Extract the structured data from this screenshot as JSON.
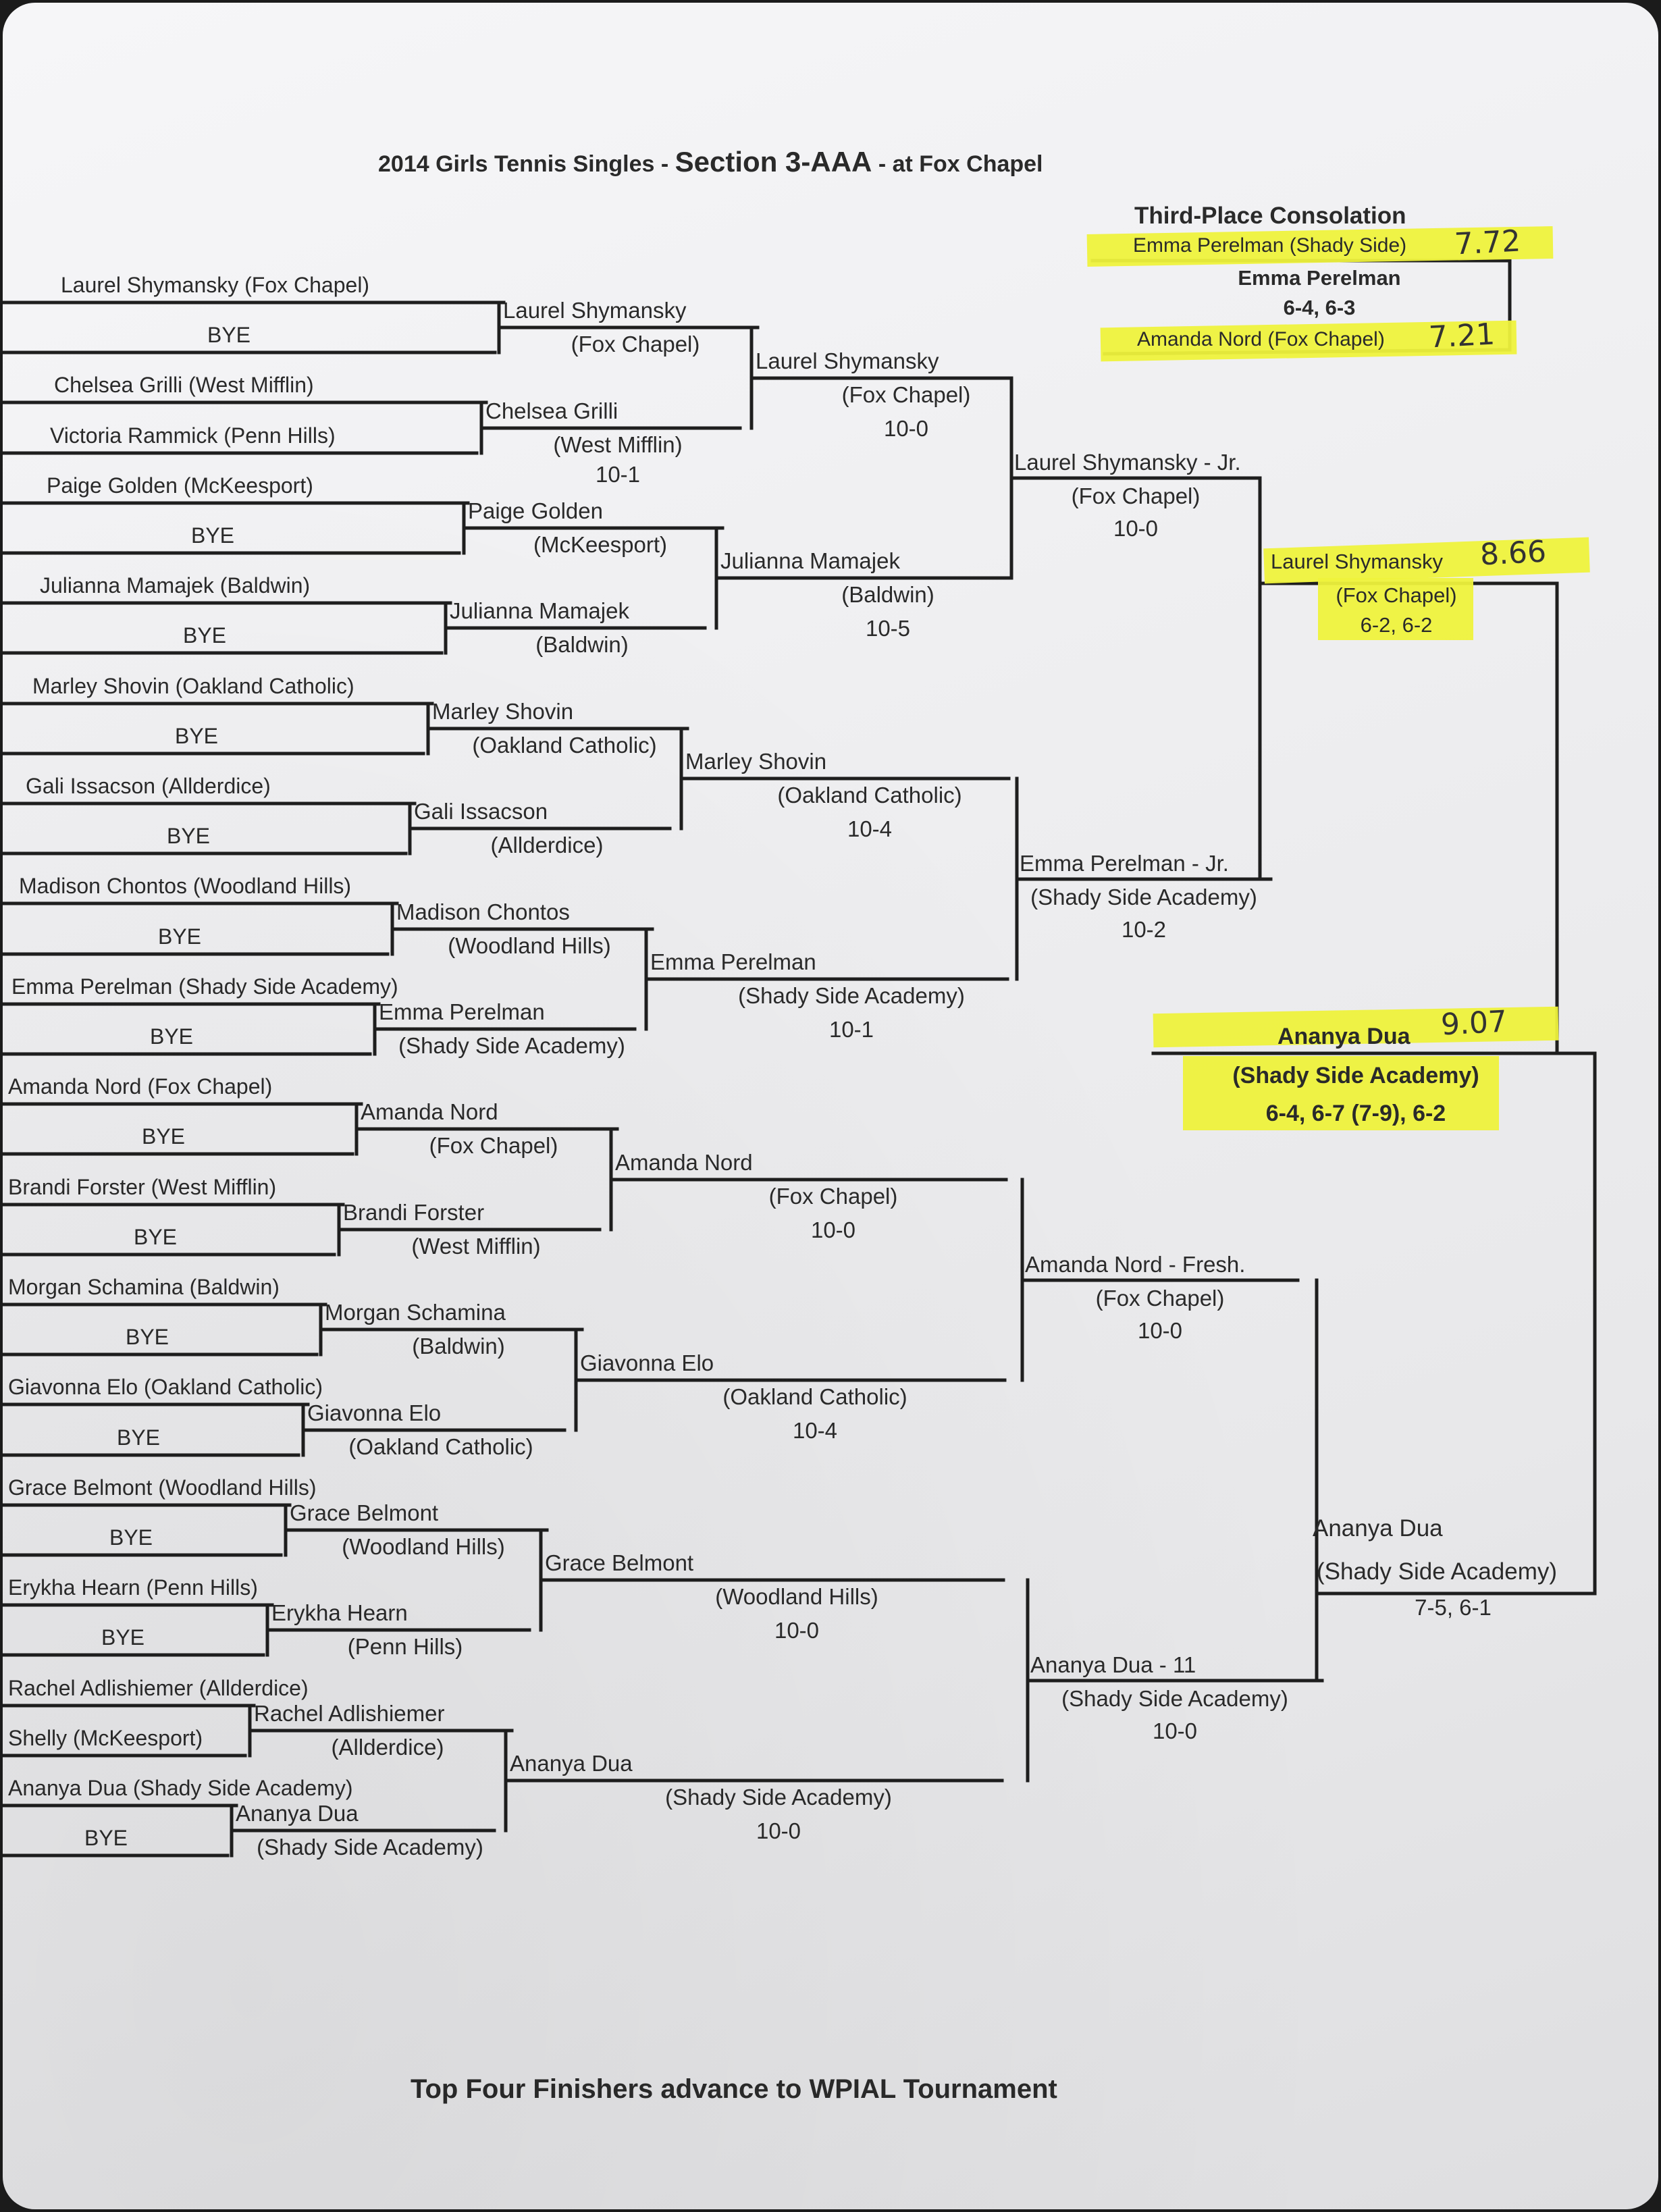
{
  "title": {
    "prefix": "2014 Girls Tennis Singles -",
    "section": "Section 3-AAA",
    "suffix": "- at Fox Chapel"
  },
  "footer": "Top Four Finishers advance to WPIAL Tournament",
  "round1": [
    {
      "name": "Laurel Shymansky (Fox Chapel)"
    },
    {
      "name": "BYE"
    },
    {
      "name": "Chelsea Grilli (West Mifflin)"
    },
    {
      "name": "Victoria Rammick (Penn Hills)"
    },
    {
      "name": "Paige Golden (McKeesport)"
    },
    {
      "name": "BYE"
    },
    {
      "name": "Julianna Mamajek (Baldwin)"
    },
    {
      "name": "BYE"
    },
    {
      "name": "Marley Shovin (Oakland Catholic)"
    },
    {
      "name": "BYE"
    },
    {
      "name": "Gali Issacson (Allderdice)"
    },
    {
      "name": "BYE"
    },
    {
      "name": "Madison Chontos (Woodland Hills)"
    },
    {
      "name": "BYE"
    },
    {
      "name": "Emma Perelman (Shady Side Academy)"
    },
    {
      "name": "BYE"
    },
    {
      "name": "Amanda Nord (Fox Chapel)"
    },
    {
      "name": "BYE"
    },
    {
      "name": "Brandi Forster (West Mifflin)"
    },
    {
      "name": "BYE"
    },
    {
      "name": "Morgan Schamina (Baldwin)"
    },
    {
      "name": "BYE"
    },
    {
      "name": "Giavonna Elo (Oakland Catholic)"
    },
    {
      "name": "BYE"
    },
    {
      "name": "Grace Belmont (Woodland Hills)"
    },
    {
      "name": "BYE"
    },
    {
      "name": "Erykha Hearn (Penn Hills)"
    },
    {
      "name": "BYE"
    },
    {
      "name": "Rachel Adlishiemer (Allderdice)"
    },
    {
      "name": "Shelly (McKeesport)"
    },
    {
      "name": "Ananya Dua (Shady Side Academy)"
    },
    {
      "name": "BYE"
    }
  ],
  "round2": [
    {
      "name": "Laurel Shymansky",
      "school": "(Fox Chapel)",
      "score": ""
    },
    {
      "name": "Chelsea Grilli",
      "school": "(West Mifflin)",
      "score": "10-1"
    },
    {
      "name": "Paige Golden",
      "school": "(McKeesport)",
      "score": ""
    },
    {
      "name": "Julianna Mamajek",
      "school": "(Baldwin)",
      "score": ""
    },
    {
      "name": "Marley Shovin",
      "school": "(Oakland Catholic)",
      "score": ""
    },
    {
      "name": "Gali Issacson",
      "school": "(Allderdice)",
      "score": ""
    },
    {
      "name": "Madison Chontos",
      "school": "(Woodland Hills)",
      "score": ""
    },
    {
      "name": "Emma Perelman",
      "school": "(Shady Side Academy)",
      "score": ""
    },
    {
      "name": "Amanda Nord",
      "school": "(Fox Chapel)",
      "score": ""
    },
    {
      "name": "Brandi Forster",
      "school": "(West Mifflin)",
      "score": ""
    },
    {
      "name": "Morgan Schamina",
      "school": "(Baldwin)",
      "score": ""
    },
    {
      "name": "Giavonna Elo",
      "school": "(Oakland Catholic)",
      "score": ""
    },
    {
      "name": "Grace Belmont",
      "school": "(Woodland Hills)",
      "score": ""
    },
    {
      "name": "Erykha Hearn",
      "school": "(Penn Hills)",
      "score": ""
    },
    {
      "name": "Rachel Adlishiemer",
      "school": "(Allderdice)",
      "score": ""
    },
    {
      "name": "Ananya Dua",
      "school": "(Shady Side Academy)",
      "score": ""
    }
  ],
  "round3": [
    {
      "name": "Laurel Shymansky",
      "school": "(Fox Chapel)",
      "score": "10-0"
    },
    {
      "name": "Julianna Mamajek",
      "school": "(Baldwin)",
      "score": "10-5"
    },
    {
      "name": "Marley Shovin",
      "school": "(Oakland Catholic)",
      "score": "10-4"
    },
    {
      "name": "Emma Perelman",
      "school": "(Shady Side Academy)",
      "score": "10-1"
    },
    {
      "name": "Amanda Nord",
      "school": "(Fox Chapel)",
      "score": "10-0"
    },
    {
      "name": "Giavonna Elo",
      "school": "(Oakland Catholic)",
      "score": "10-4"
    },
    {
      "name": "Grace Belmont",
      "school": "(Woodland Hills)",
      "score": "10-0"
    },
    {
      "name": "Ananya Dua",
      "school": "(Shady Side Academy)",
      "score": "10-0"
    }
  ],
  "quarterfinals": [
    {
      "name": "Laurel Shymansky - Jr.",
      "school": "(Fox Chapel)",
      "score": "10-0"
    },
    {
      "name": "Emma Perelman - Jr.",
      "school": "(Shady Side Academy)",
      "score": "10-2"
    },
    {
      "name": "Amanda Nord - Fresh.",
      "school": "(Fox Chapel)",
      "score": "10-0"
    },
    {
      "name": "Ananya Dua - 11",
      "school": "(Shady Side Academy)",
      "score": "10-0"
    }
  ],
  "semifinals": [
    {
      "name": "Laurel Shymansky",
      "school": "(Fox Chapel)",
      "score": "6-2, 6-2",
      "handwritten": "8.66"
    },
    {
      "name": "Ananya Dua",
      "school": "(Shady Side Academy)",
      "score": "7-5, 6-1"
    }
  ],
  "champion": {
    "name": "Ananya Dua",
    "school": "(Shady Side Academy)",
    "score": "6-4, 6-7 (7-9), 6-2",
    "handwritten": "9.07"
  },
  "consolation": {
    "heading": "Third-Place Consolation",
    "player1": "Emma Perelman (Shady Side)",
    "player1_hand": "7.72",
    "player2": "Amanda Nord (Fox Chapel)",
    "player2_hand": "7.21",
    "winner": "Emma Perelman",
    "score": "6-4, 6-3"
  },
  "colors": {
    "ink": "#2a2a2a",
    "highlight": "#eef23c",
    "paper": "#f2f2f4"
  }
}
